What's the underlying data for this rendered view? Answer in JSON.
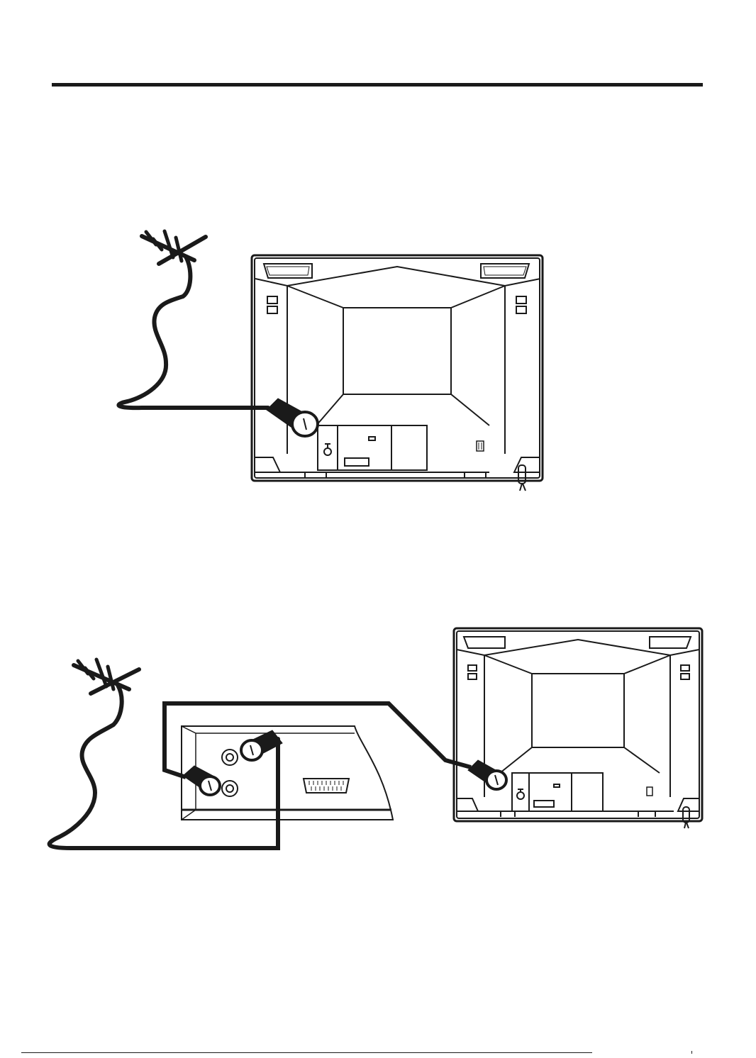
{
  "page": {
    "background": "#ffffff",
    "ink_color": "#1a1a1a"
  },
  "figures": [
    {
      "id": "antenna-to-tv",
      "items": [
        "antenna-icon",
        "coax-cable",
        "rf-plug",
        "tv-rear-panel"
      ]
    },
    {
      "id": "antenna-vcr-tv",
      "items": [
        "antenna-icon",
        "coax-cable",
        "rf-plug",
        "vcr-rear-panel",
        "tv-rear-panel"
      ]
    }
  ]
}
